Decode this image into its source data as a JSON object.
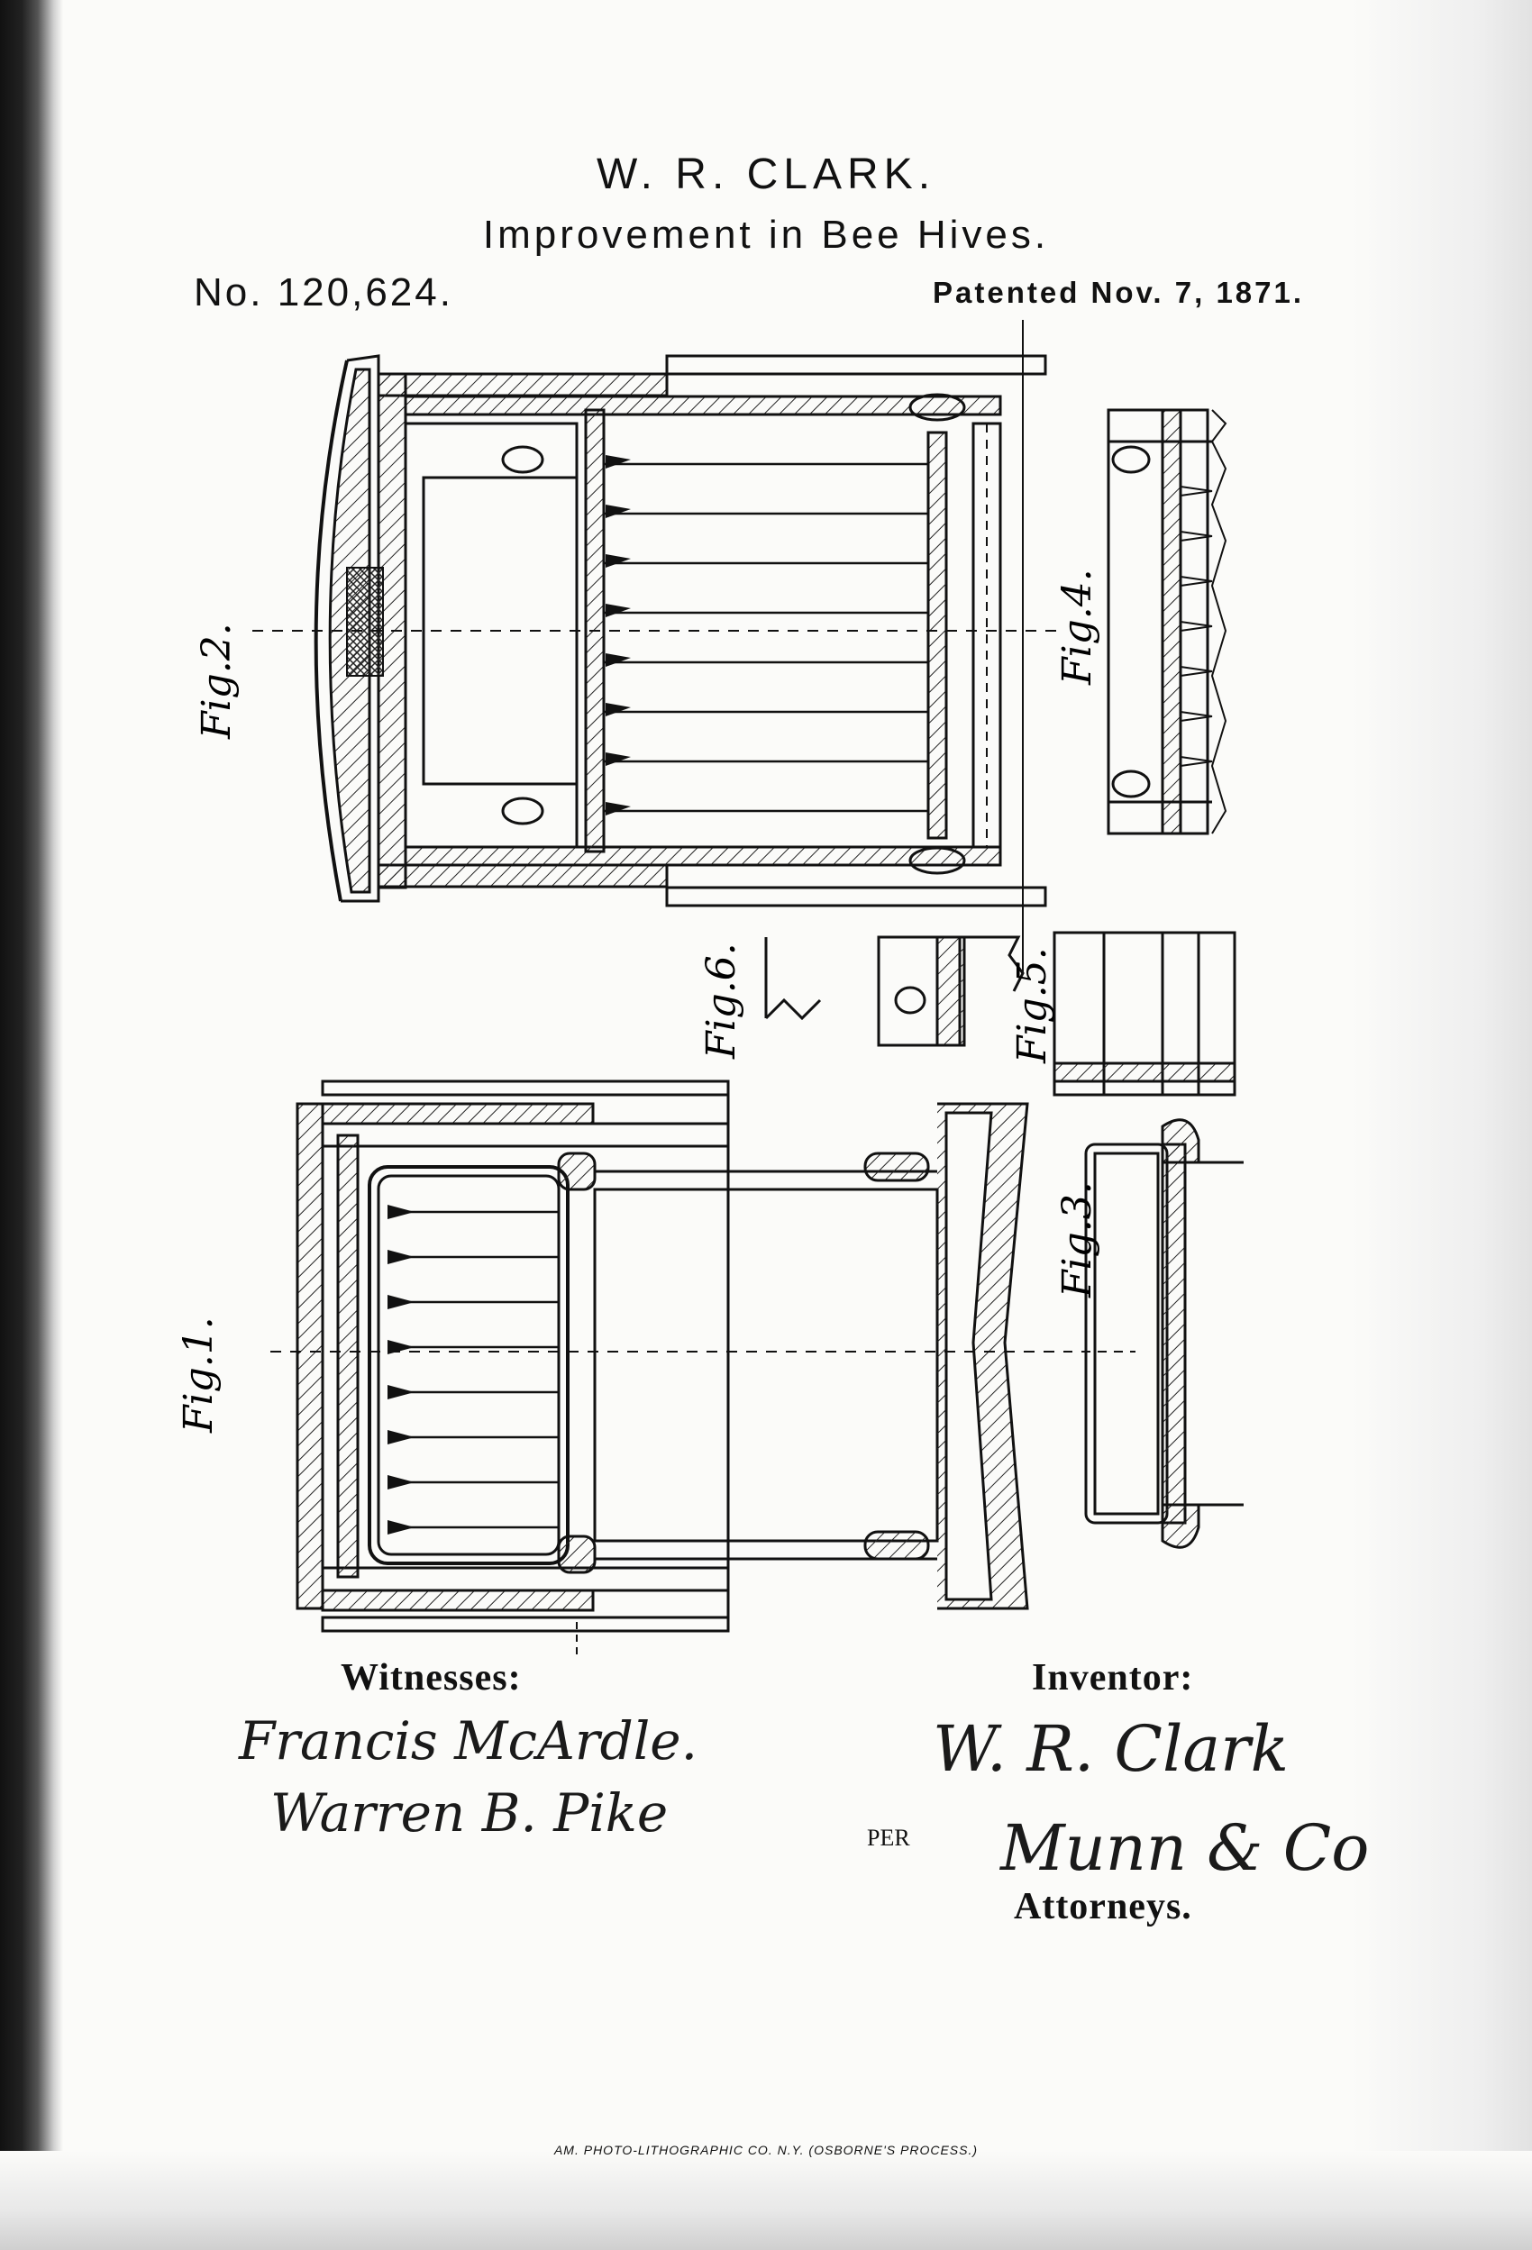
{
  "header": {
    "inventor_name": "W. R. CLARK.",
    "title": "Improvement in Bee Hives.",
    "patent_number": "No. 120,624.",
    "patent_date": "Patented Nov. 7, 1871."
  },
  "figures": {
    "fig1": "Fig.1.",
    "fig2": "Fig.2.",
    "fig3": "Fig.3.",
    "fig4": "Fig.4.",
    "fig5": "Fig.5.",
    "fig6": "Fig.6."
  },
  "signatures": {
    "witnesses_label": "Witnesses:",
    "witness_1": "Francis McArdle.",
    "witness_2": "Warren B. Pike",
    "inventor_label": "Inventor:",
    "inventor_signature": "W. R. Clark",
    "per": "PER",
    "attorney_signature": "Munn & Co",
    "attorneys_label": "Attorneys."
  },
  "footer": {
    "lithographer": "AM. PHOTO-LITHOGRAPHIC CO. N.Y. (OSBORNE'S PROCESS.)"
  }
}
